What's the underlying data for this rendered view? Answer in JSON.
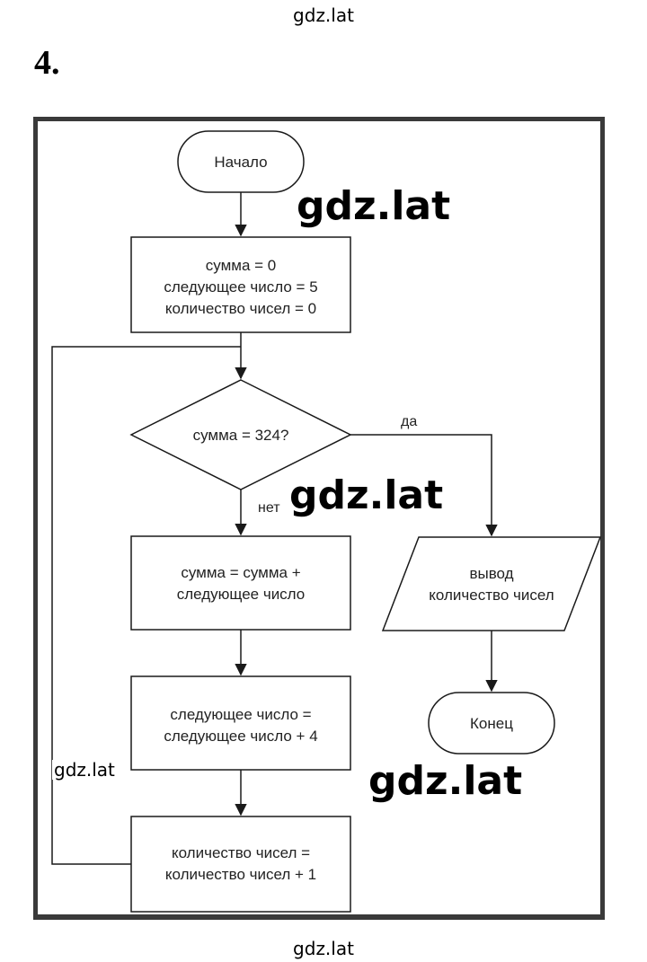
{
  "watermarks": {
    "top": "gdz.lat",
    "bottom": "gdz.lat",
    "overlay_1": "gdz.lat",
    "overlay_2": "gdz.lat",
    "overlay_3": "gdz.lat",
    "overlay_4": "gdz.lat"
  },
  "task_number": "4.",
  "flowchart": {
    "start": "Начало",
    "init": [
      "сумма = 0",
      "следующее число = 5",
      "количество чисел = 0"
    ],
    "decision": "сумма = 324?",
    "yes_label": "да",
    "no_label": "нет",
    "add_sum": [
      "сумма = сумма +",
      "следующее число"
    ],
    "next_num": [
      "следующее число =",
      "следующее число + 4"
    ],
    "count": [
      "количество чисел =",
      "количество чисел + 1"
    ],
    "output": [
      "вывод",
      "количество чисел"
    ],
    "end": "Конец"
  },
  "colors": {
    "line": "#1a1a1a",
    "frame": "#3a3a3a"
  }
}
